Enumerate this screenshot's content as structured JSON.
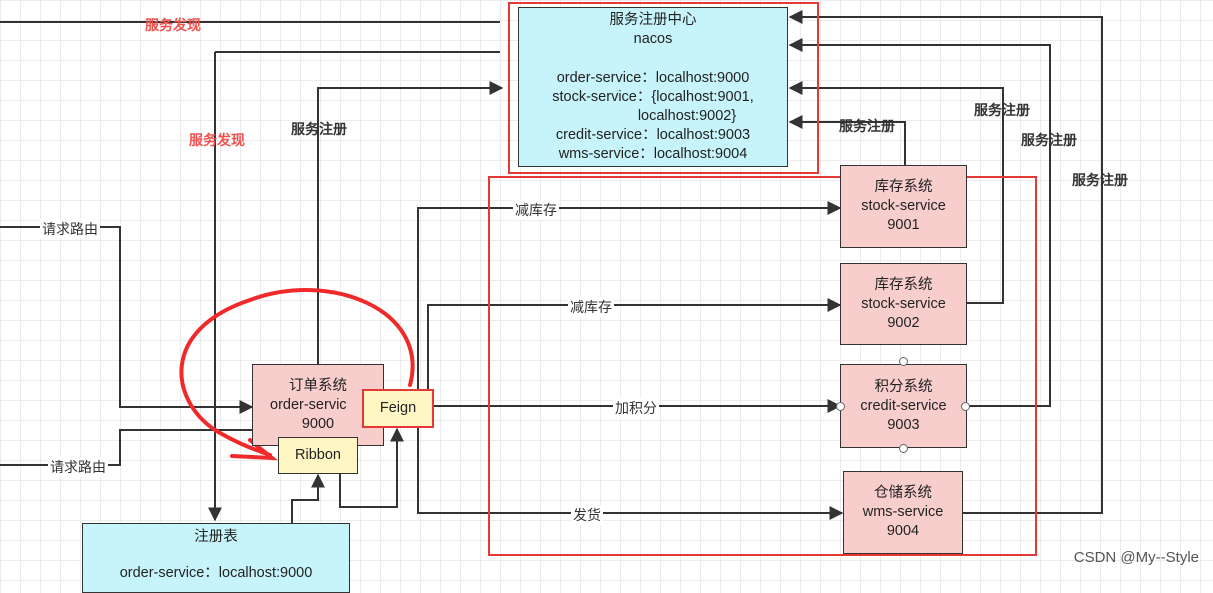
{
  "registry": {
    "title": "服务注册中心",
    "subtitle": "nacos",
    "lines": [
      "order-service：localhost:9000",
      "stock-service：{localhost:9001,",
      "localhost:9002}",
      "credit-service：localhost:9003",
      "wms-service：localhost:9004"
    ]
  },
  "services": {
    "stock1": {
      "name": "库存系统",
      "id": "stock-service",
      "port": "9001"
    },
    "stock2": {
      "name": "库存系统",
      "id": "stock-service",
      "port": "9002"
    },
    "credit": {
      "name": "积分系统",
      "id": "credit-service",
      "port": "9003"
    },
    "wms": {
      "name": "仓储系统",
      "id": "wms-service",
      "port": "9004"
    }
  },
  "order": {
    "name": "订单系统",
    "id": "order-servic",
    "port": "9000"
  },
  "feign": "Feign",
  "ribbon": "Ribbon",
  "local_table": {
    "title": "注册表",
    "line": "order-service：localhost:9000"
  },
  "labels": {
    "discovery": "服务发现",
    "register": "服务注册",
    "route": "请求路由",
    "reduce_stock": "减库存",
    "add_points": "加积分",
    "ship": "发货"
  },
  "watermark": "CSDN @My--Style",
  "colors": {
    "highlight_red": "#e53935",
    "pink": "#f8cecc",
    "cyan": "#c7f4fb",
    "yellow": "#fff6c4"
  }
}
